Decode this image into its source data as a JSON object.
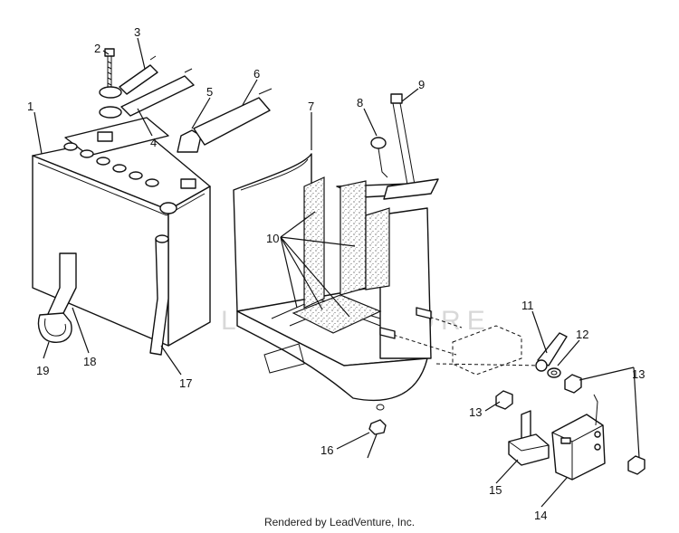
{
  "watermark": "LEADVENTURE",
  "footer": "Rendered by LeadVenture, Inc.",
  "callouts": [
    "1",
    "2",
    "3",
    "4",
    "5",
    "6",
    "7",
    "8",
    "9",
    "10",
    "11",
    "12",
    "13",
    "13",
    "14",
    "15",
    "16",
    "17",
    "18",
    "19"
  ]
}
